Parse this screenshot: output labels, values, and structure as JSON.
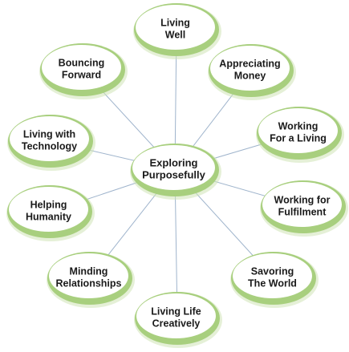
{
  "center": {
    "lines": [
      "Exploring",
      "Purposefully"
    ]
  },
  "nodes": [
    {
      "id": "living-well",
      "lines": [
        "Living",
        "Well"
      ]
    },
    {
      "id": "appreciating-money",
      "lines": [
        "Appreciating",
        "Money"
      ]
    },
    {
      "id": "working-for-a-living",
      "lines": [
        "Working",
        "For a Living"
      ]
    },
    {
      "id": "working-for-fulfilment",
      "lines": [
        "Working for",
        "Fulfilment"
      ]
    },
    {
      "id": "savoring-the-world",
      "lines": [
        "Savoring",
        "The World"
      ]
    },
    {
      "id": "living-life-creatively",
      "lines": [
        "Living Life",
        "Creatively"
      ]
    },
    {
      "id": "minding-relationships",
      "lines": [
        "Minding",
        "Relationships"
      ]
    },
    {
      "id": "helping-humanity",
      "lines": [
        "Helping",
        "Humanity"
      ]
    },
    {
      "id": "living-with-technology",
      "lines": [
        "Living with",
        "Technology"
      ]
    },
    {
      "id": "bouncing-forward",
      "lines": [
        "Bouncing",
        "Forward"
      ]
    }
  ],
  "colors": {
    "ring": "#a8cf7e",
    "ring_shadow": "#cfe4b6",
    "fill": "#ffffff",
    "spoke": "#9fb4cc",
    "text": "#1a1a1a"
  }
}
